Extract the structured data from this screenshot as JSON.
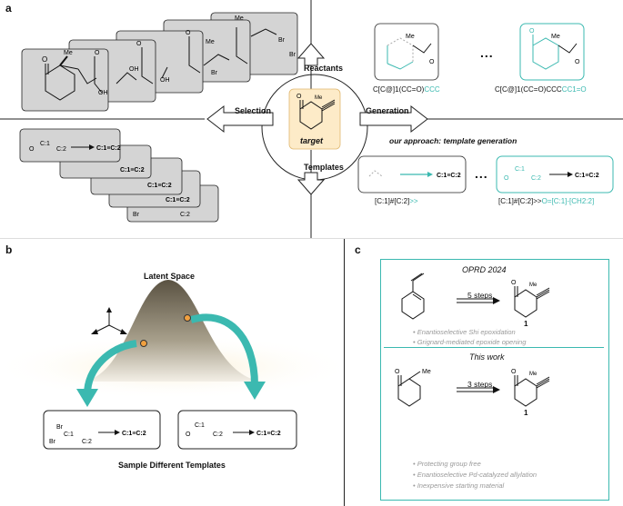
{
  "panels": {
    "a": "a",
    "b": "b",
    "c": "c"
  },
  "panel_a": {
    "center_label": "target",
    "arrows": {
      "reactants": "Reactants",
      "templates": "Templates",
      "selection": "Selection",
      "generation": "Generation"
    },
    "approach": "our approach: template generation",
    "ellipsis": "...",
    "reactant_smiles_1": {
      "prefix": "C[C@]1(CC=O)",
      "suffix": "CCC"
    },
    "reactant_smiles_2": {
      "prefix": "C[C@]1(CC=O)CCC",
      "suffix": "CC1=O"
    },
    "template_smiles_1": {
      "prefix": "[C:1]#[C:2]",
      "suffix": ">>"
    },
    "template_smiles_2": {
      "prefix": "[C:1]#[C:2]>>",
      "suffix": "O=[C:1]-[CH2:2]"
    },
    "atoms": {
      "me": "Me",
      "o": "O",
      "oh": "OH",
      "br": "Br",
      "c1": "C:1",
      "c2": "C:2",
      "prod": "C:1≡C:2"
    }
  },
  "panel_b": {
    "title": "Latent Space",
    "footer": "Sample Different Templates"
  },
  "panel_c": {
    "route1": {
      "title": "OPRD 2024",
      "steps": "5 steps",
      "product": "1",
      "notes": [
        "Enantioselective Shi epoxidation",
        "Grignard-mediated epoxide opening"
      ]
    },
    "route2": {
      "title": "This work",
      "steps": "3 steps",
      "product": "1",
      "notes": [
        "Protecting group free",
        "Enantioselective Pd-catalyzed allylation",
        "Inexpensive starting material"
      ]
    }
  },
  "colors": {
    "teal": "#3bb9b0",
    "card": "#d4d4d4",
    "target_bg": "#fdebc8"
  }
}
